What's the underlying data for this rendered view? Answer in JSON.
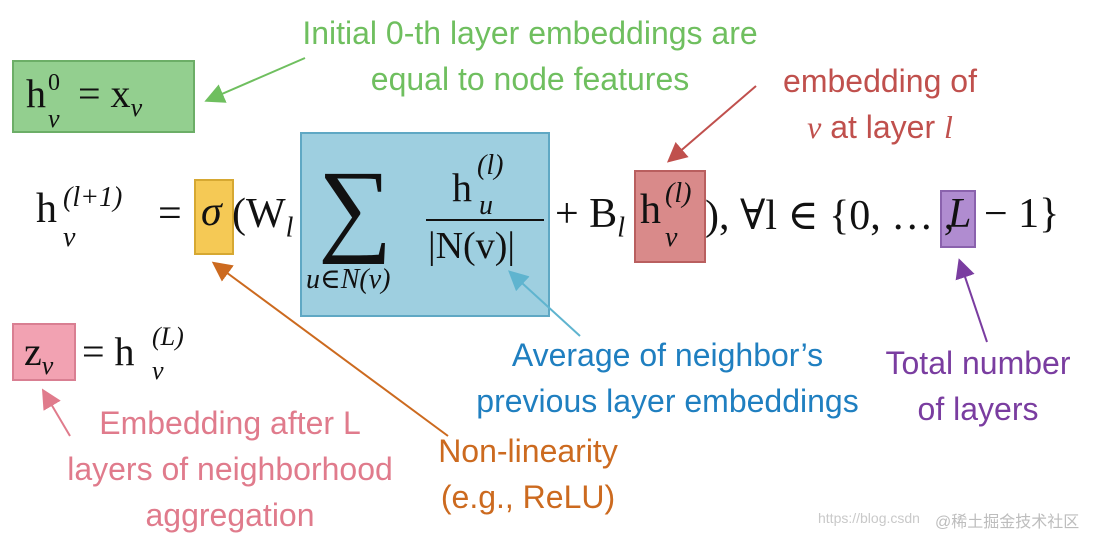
{
  "notes": {
    "initial": [
      "Initial 0-th layer embeddings are",
      "equal to node features"
    ],
    "embedding_of": [
      "embedding of",
      "at layer"
    ],
    "average": [
      "Average of neighbor’s",
      "previous layer embeddings"
    ],
    "total": [
      "Total number",
      "of layers"
    ],
    "nonlinearity": [
      "Non-linearity",
      "(e.g., ReLU)"
    ],
    "after_l": [
      "Embedding after L",
      "layers of neighborhood",
      "aggregation"
    ]
  },
  "math": {
    "init_h": "h",
    "init_sup": "0",
    "init_sub": "v",
    "init_eq": "= x",
    "init_x_sub": "v",
    "main_h": "h",
    "main_sup": "(l+1)",
    "main_sub": "v",
    "eq": "=",
    "sigma": "σ",
    "paren_open": "(W",
    "w_sub": "l",
    "sum": "∑",
    "sum_sub": "u∈N(v)",
    "num_h": "h",
    "num_sup": "(l)",
    "num_sub": "u",
    "den": "|N(v)|",
    "plus_b": "+ B",
    "b_sub": "l",
    "h2": "h",
    "h2_sup": "(l)",
    "h2_sub": "v",
    "tail": "), ∀l ∈ {0, … ,",
    "L": "L",
    "minus_one": "− 1}",
    "z": "z",
    "z_sub": "v",
    "z_eq": "= h",
    "z_h_sup": "(L)",
    "z_h_sub": "v",
    "v_italic": "v",
    "l_italic": "l"
  },
  "watermark": {
    "url": "https://blog.csdn",
    "brand": "@稀土掘金技术社区"
  },
  "colors": {
    "green_box": "#93cf8f",
    "red_box": "#d98a8a",
    "blue_box": "#9ecfe0",
    "yellow_box": "#f5c955",
    "purple_box": "#b08cd0",
    "pink_box": "#f2a2b2",
    "green_text": "#6fbf5f",
    "red_text": "#c0504d",
    "blue_text": "#1f7fc0",
    "purple_text": "#7a3da0",
    "pink_text": "#e07b8c",
    "orange_text": "#cc6a1f"
  }
}
